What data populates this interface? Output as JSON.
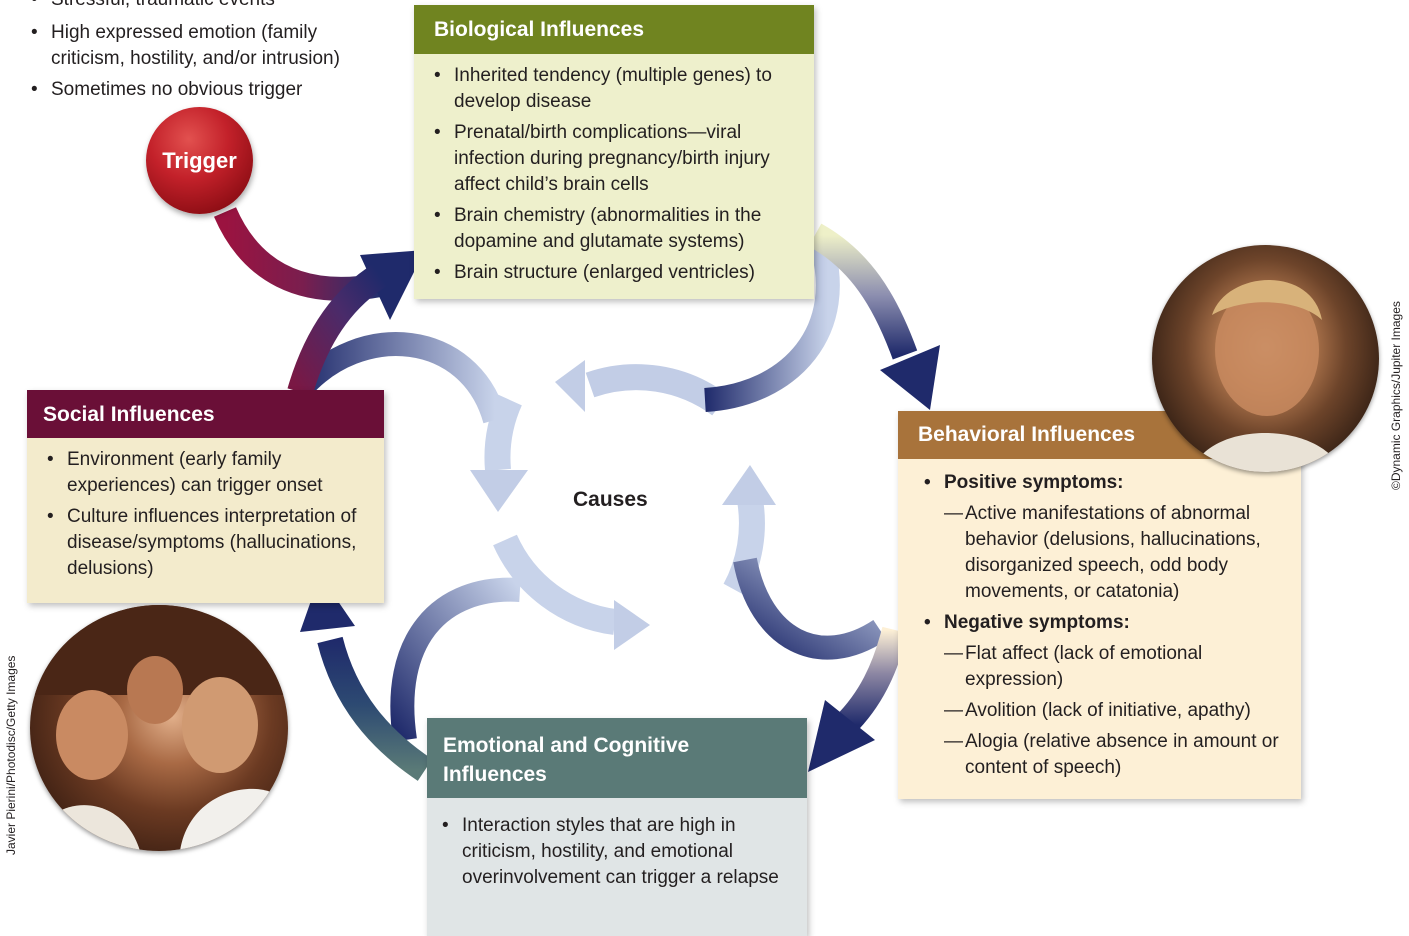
{
  "trigger_panel": {
    "items": [
      "Stressful, traumatic events",
      "High expressed emotion (family criticism, hostility, and/or intrusion)",
      "Sometimes no obvious trigger"
    ],
    "trigger_label": "Trigger"
  },
  "biological": {
    "title": "Biological Influences",
    "items": [
      "Inherited tendency (multiple genes) to develop disease",
      "Prenatal/birth complications—viral infection during pregnancy/birth injury affect child’s brain cells",
      "Brain chemistry (abnormalities in the dopamine and glutamate systems)",
      "Brain structure (enlarged ventricles)"
    ]
  },
  "social": {
    "title": "Social Influences",
    "items": [
      "Environment (early family experiences) can trigger onset",
      "Culture influences interpretation of disease/symptoms (hallucinations, delusions)"
    ]
  },
  "behavioral": {
    "title": "Behavioral Influences",
    "positive_head": "Positive symptoms:",
    "positive_items": [
      "Active manifestations of abnormal behavior (delusions, hallucinations, disorganized speech, odd body movements, or catatonia)"
    ],
    "negative_head": "Negative symptoms:",
    "negative_items": [
      "Flat affect (lack of emotional expression)",
      "Avolition (lack of initiative, apathy)",
      "Alogia (relative absence in amount or content of speech)"
    ]
  },
  "emotional": {
    "title": "Emotional and Cognitive Influences",
    "items": [
      "Interaction styles that are high in criticism, hostility, and emotional overinvolvement can trigger a relapse"
    ]
  },
  "center_label": "Causes",
  "credits": {
    "right": "©Dynamic Graphics/Jupiter Images",
    "left": "Javier Pierini/Photodisc/Getty Images"
  },
  "colors": {
    "biological": "#708420",
    "social": "#6a0f37",
    "behavioral": "#a8733b",
    "emotional": "#5a7a77",
    "arrow_dark": "#1f2a6b",
    "trigger": "#c3212a"
  }
}
